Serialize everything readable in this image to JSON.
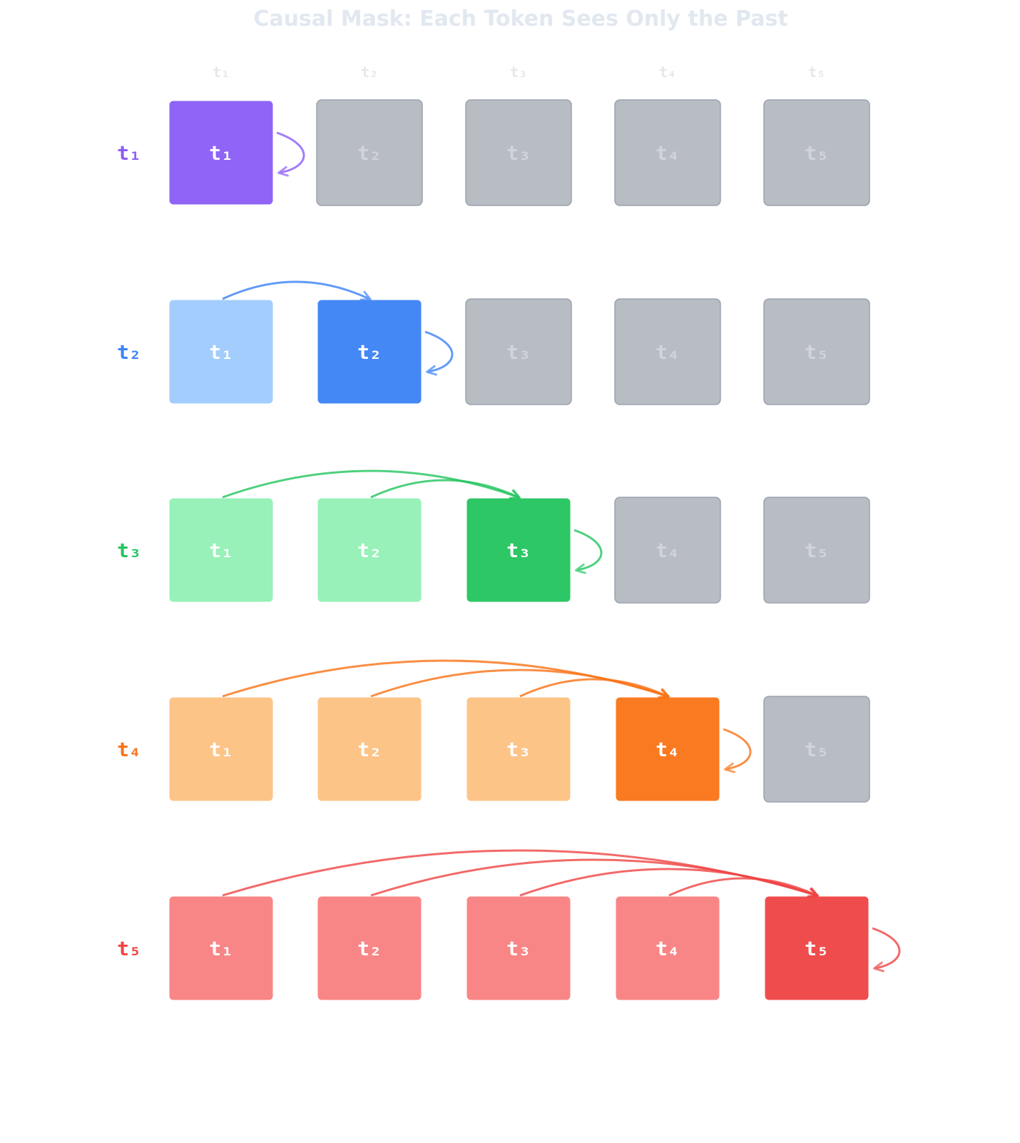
{
  "title": "Causal Mask: Each Token Sees Only the Past",
  "column_headers": [
    "t₁",
    "t₂",
    "t₃",
    "t₄",
    "t₅"
  ],
  "tokens": [
    "t₁",
    "t₂",
    "t₃",
    "t₄",
    "t₅"
  ],
  "rows": [
    {
      "label": "t₁",
      "color": "#8b5cf6",
      "light": "#a78bfa",
      "label_color": "#8b5cf6",
      "visible_count": 1
    },
    {
      "label": "t₂",
      "color": "#3b82f6",
      "light": "#93c5fd",
      "label_color": "#3b82f6",
      "visible_count": 2
    },
    {
      "label": "t₃",
      "color": "#22c55e",
      "light": "#86efac",
      "label_color": "#22c55e",
      "visible_count": 3
    },
    {
      "label": "t₄",
      "color": "#f97316",
      "light": "#fdba74",
      "label_color": "#f97316",
      "visible_count": 4
    },
    {
      "label": "t₅",
      "color": "#ef4444",
      "light": "#f87171",
      "label_color": "#ef4444",
      "visible_count": 5
    }
  ],
  "colors": {
    "masked_fill": "#b8bcc3",
    "masked_stroke": "#9ca3af",
    "masked_text": "#d1d5db",
    "title_color": "#e2e8f0",
    "header_color": "#e5e7eb"
  }
}
